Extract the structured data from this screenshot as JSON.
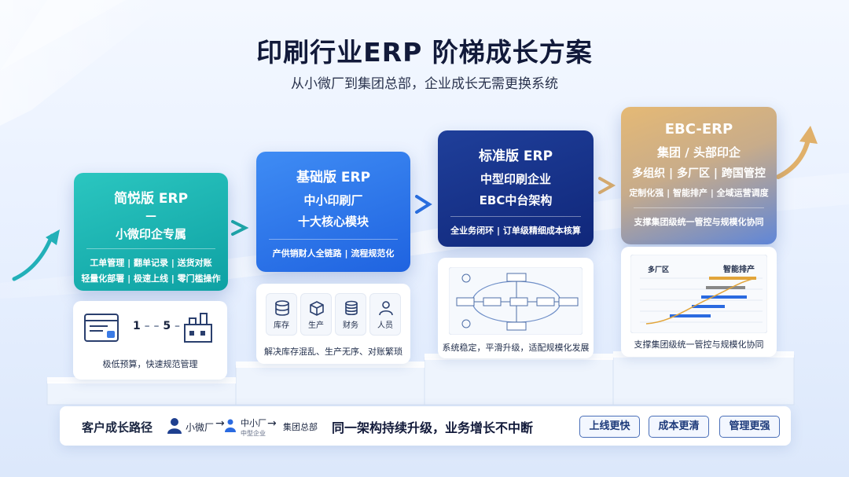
{
  "header": {
    "title": "印刷行业ERP 阶梯成长方案",
    "subtitle": "从小微厂到集团总部，企业成长无需更换系统"
  },
  "tiers": [
    {
      "name": "简悦版 ERP",
      "lines": [
        "—",
        "小微印企专属"
      ],
      "features": [
        "工单管理 | 翻单记录 | 送货对账",
        "轻量化部署 | 极速上线 | 零门槛操作"
      ],
      "panel": {
        "counts": [
          "1",
          "5"
        ],
        "caption": "极低预算，快速规范管理"
      }
    },
    {
      "name": "基础版 ERP",
      "lines": [
        "中小印刷厂",
        "十大核心模块"
      ],
      "features": [
        "产供销财人全链路 | 流程规范化"
      ],
      "panel": {
        "modules": [
          "库存",
          "生产",
          "财务",
          "人员"
        ],
        "caption": "解决库存混乱、生产无序、对账繁琐"
      }
    },
    {
      "name": "标准版 ERP",
      "lines": [
        "中型印刷企业",
        "EBC中台架构"
      ],
      "features": [
        "全业务闭环 | 订单级精细成本核算"
      ],
      "panel": {
        "caption": "系统稳定，平滑升级，适配规模化发展"
      }
    },
    {
      "name": "EBC-ERP",
      "lines": [
        "集团 / 头部印企",
        "多组织 | 多厂区 | 跨国管控"
      ],
      "features": [
        "定制化强 | 智能排产 | 全域运营调度",
        "支撑集团级统一管控与规模化协同"
      ],
      "panel": {
        "chart_labels": [
          "多厂区",
          "智能排产"
        ],
        "caption": "支撑集团级统一管控与规模化协同"
      }
    }
  ],
  "bottom": {
    "path_label": "客户成长路径",
    "stage1": "小微厂",
    "stage2": "中小厂",
    "stage2_sub": "中型企业",
    "stage3": "集团总部",
    "slogan": "同一架构持续升级，业务增长不中断",
    "buttons": [
      "上线更快",
      "成本更清",
      "管理更强"
    ]
  },
  "icons": [
    "arrow-right-icon",
    "person-icon",
    "database-icon",
    "box-icon",
    "coins-icon",
    "user-icon",
    "browser-icon",
    "factory-icon"
  ],
  "colors": {
    "tier1": "#14aeb0",
    "tier2": "#2a73ea",
    "tier3": "#132c82",
    "tier4": "#d9b27a",
    "person": "#1e3f8f"
  }
}
